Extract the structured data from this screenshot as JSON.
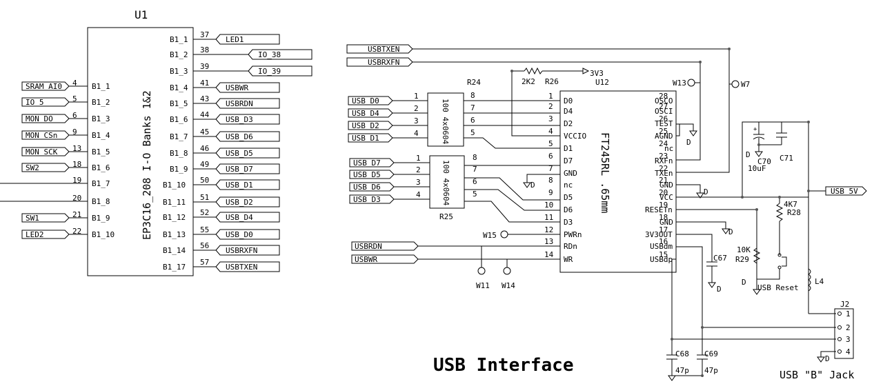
{
  "title": "USB Interface",
  "u1": {
    "ref": "U1",
    "part": "EP3C16_208 I-O Banks 1&2",
    "left_pins": [
      {
        "net": "SRAM_AI0",
        "num": "4",
        "name": "B1_1"
      },
      {
        "net": "IO_5",
        "num": "5",
        "name": "B1_2"
      },
      {
        "net": "MON_DO",
        "num": "6",
        "name": "B1_3"
      },
      {
        "net": "MON_CSn",
        "num": "9",
        "name": "B1_4"
      },
      {
        "net": "MON_SCK",
        "num": "13",
        "name": "B1_5"
      },
      {
        "net": "SW2",
        "num": "18",
        "name": "B1_6"
      },
      {
        "net": "",
        "num": "19",
        "name": "B1_7"
      },
      {
        "net": "",
        "num": "20",
        "name": "B1_8"
      },
      {
        "net": "SW1",
        "num": "21",
        "name": "B1_9"
      },
      {
        "net": "LED2",
        "num": "22",
        "name": "B1_10"
      }
    ],
    "right_pins": [
      {
        "net": "LED1",
        "num": "37",
        "name": "B1_1"
      },
      {
        "net": "IO_38",
        "num": "38",
        "name": "B1_2"
      },
      {
        "net": "IO_39",
        "num": "39",
        "name": "B1_3"
      },
      {
        "net": "USBWR",
        "num": "41",
        "name": "B1_4"
      },
      {
        "net": "USBRDN",
        "num": "43",
        "name": "B1_5"
      },
      {
        "net": "USB_D3",
        "num": "44",
        "name": "B1_6"
      },
      {
        "net": "USB_D6",
        "num": "45",
        "name": "B1_7"
      },
      {
        "net": "USB_D5",
        "num": "46",
        "name": "B1_8"
      },
      {
        "net": "USB_D7",
        "num": "49",
        "name": "B1_9"
      },
      {
        "net": "USB_D1",
        "num": "50",
        "name": "B1_10"
      },
      {
        "net": "USB_D2",
        "num": "51",
        "name": "B1_11"
      },
      {
        "net": "USB_D4",
        "num": "52",
        "name": "B1_12"
      },
      {
        "net": "USB_D0",
        "num": "55",
        "name": "B1_13"
      },
      {
        "net": "USBRXFN",
        "num": "56",
        "name": "B1_14"
      },
      {
        "net": "USBTXEN",
        "num": "57",
        "name": "B1_17"
      }
    ]
  },
  "top_nets": [
    "USBTXEN",
    "USBRXFN"
  ],
  "r24": {
    "ref": "R24",
    "value": "100 4x0604",
    "inputs": [
      {
        "net": "USB_D0",
        "pin": "1"
      },
      {
        "net": "USB_D4",
        "pin": "2"
      },
      {
        "net": "USB_D2",
        "pin": "3"
      },
      {
        "net": "USB_D1",
        "pin": "4"
      }
    ],
    "outputs": [
      "8",
      "7",
      "6",
      "5"
    ]
  },
  "r25": {
    "ref": "R25",
    "value": "100 4x0604",
    "inputs": [
      {
        "net": "USB_D7",
        "pin": "1"
      },
      {
        "net": "USB_D5",
        "pin": "2"
      },
      {
        "net": "USB_D6",
        "pin": "3"
      },
      {
        "net": "USB_D3",
        "pin": "4"
      }
    ],
    "outputs": [
      "8",
      "7",
      "6",
      "5"
    ]
  },
  "u12": {
    "ref": "U12",
    "part": "FT245RL .65mm",
    "left": [
      {
        "num": "1",
        "name": "D0"
      },
      {
        "num": "2",
        "name": "D4"
      },
      {
        "num": "3",
        "name": "D2"
      },
      {
        "num": "4",
        "name": "VCCIO"
      },
      {
        "num": "5",
        "name": "D1"
      },
      {
        "num": "6",
        "name": "D7"
      },
      {
        "num": "7",
        "name": "GND"
      },
      {
        "num": "8",
        "name": "nc"
      },
      {
        "num": "9",
        "name": "D5"
      },
      {
        "num": "10",
        "name": "D6"
      },
      {
        "num": "11",
        "name": "D3"
      },
      {
        "num": "12",
        "name": "PWRn"
      },
      {
        "num": "13",
        "name": "RDn"
      },
      {
        "num": "14",
        "name": "WR"
      }
    ],
    "right": [
      {
        "num": "28",
        "name": "OSCO"
      },
      {
        "num": "27",
        "name": "OSCI"
      },
      {
        "num": "26",
        "name": "TEST"
      },
      {
        "num": "25",
        "name": "AGND"
      },
      {
        "num": "24",
        "name": "nc"
      },
      {
        "num": "23",
        "name": "RXFn"
      },
      {
        "num": "22",
        "name": "TXEn"
      },
      {
        "num": "21",
        "name": "GND"
      },
      {
        "num": "20",
        "name": "VCC"
      },
      {
        "num": "19",
        "name": "RESETn"
      },
      {
        "num": "18",
        "name": "GND"
      },
      {
        "num": "17",
        "name": "3V3OUT"
      },
      {
        "num": "16",
        "name": "USBdm"
      },
      {
        "num": "15",
        "name": "USBdp"
      }
    ]
  },
  "bottom_left_nets": [
    "USBRDN",
    "USBWR"
  ],
  "labels": {
    "r26_val": "2K2",
    "r26": "R26",
    "v33": "3V3",
    "w13": "W13",
    "w7": "W7",
    "w15": "W15",
    "w11": "W11",
    "w14": "W14",
    "c70": "C70",
    "c70_val": "10uF",
    "c71": "C71",
    "usb_5v": "USB_5V",
    "r28_val": "4K7",
    "r28": "R28",
    "r29_val": "10K",
    "r29": "R29",
    "usb_reset": "USB Reset",
    "c67": "C67",
    "l4": "L4",
    "c68": "C68",
    "c68_val": "47p",
    "c69": "C69",
    "c69_val": "47p",
    "j2": "J2",
    "j2_pins": [
      "1",
      "2",
      "3",
      "4"
    ],
    "usb_jack": "USB \"B\" Jack",
    "gnd": "D"
  }
}
